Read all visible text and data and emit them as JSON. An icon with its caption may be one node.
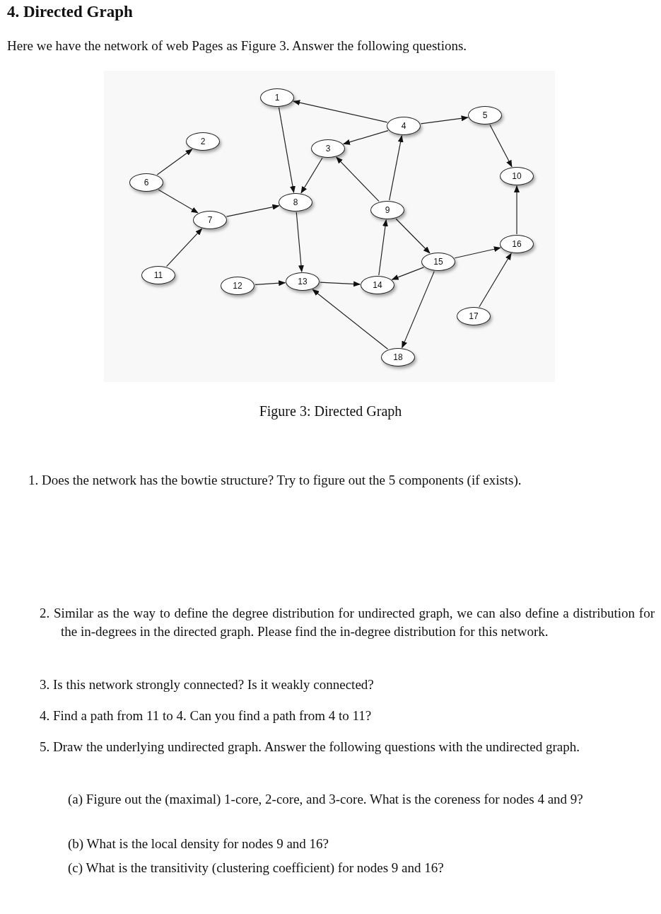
{
  "diagram": {
    "title": "4. Directed Graph",
    "caption": "Figure 3: Directed Graph",
    "nodes": [
      {
        "text": [
          "1"
        ]
      },
      {
        "text": [
          "2"
        ]
      },
      {
        "text": [
          "3"
        ]
      },
      {
        "text": [
          "4"
        ]
      },
      {
        "text": [
          "5"
        ]
      },
      {
        "text": [
          "6"
        ]
      },
      {
        "text": [
          "7"
        ]
      },
      {
        "text": [
          "8"
        ]
      },
      {
        "text": [
          "9"
        ]
      },
      {
        "text": [
          "10"
        ]
      },
      {
        "text": [
          "11"
        ]
      },
      {
        "text": [
          "12"
        ]
      },
      {
        "text": [
          "13"
        ]
      },
      {
        "text": [
          "14"
        ]
      },
      {
        "text": [
          "15"
        ]
      },
      {
        "text": [
          "16"
        ]
      },
      {
        "text": [
          "17"
        ]
      },
      {
        "text": [
          "18"
        ]
      }
    ],
    "edges": [
      {
        "from": 3,
        "to": 0,
        "arrow": "to"
      },
      {
        "from": 3,
        "to": 2,
        "arrow": "to"
      },
      {
        "from": 3,
        "to": 4,
        "arrow": "to"
      },
      {
        "from": 4,
        "to": 9,
        "arrow": "to"
      },
      {
        "from": 5,
        "to": 1,
        "arrow": "to"
      },
      {
        "from": 5,
        "to": 6,
        "arrow": "to"
      },
      {
        "from": 6,
        "to": 7,
        "arrow": "to"
      },
      {
        "from": 0,
        "to": 7,
        "arrow": "to"
      },
      {
        "from": 2,
        "to": 7,
        "arrow": "to"
      },
      {
        "from": 7,
        "to": 12,
        "arrow": "to"
      },
      {
        "from": 8,
        "to": 2,
        "arrow": "to"
      },
      {
        "from": 8,
        "to": 3,
        "arrow": "to"
      },
      {
        "from": 8,
        "to": 14,
        "arrow": "to"
      },
      {
        "from": 15,
        "to": 9,
        "arrow": "to"
      },
      {
        "from": 14,
        "to": 15,
        "arrow": "to"
      },
      {
        "from": 14,
        "to": 13,
        "arrow": "to"
      },
      {
        "from": 13,
        "to": 8,
        "arrow": "to"
      },
      {
        "from": 12,
        "to": 13,
        "arrow": "to"
      },
      {
        "from": 11,
        "to": 12,
        "arrow": "to"
      },
      {
        "from": 10,
        "to": 6,
        "arrow": "to"
      },
      {
        "from": 14,
        "to": 17,
        "arrow": "to"
      },
      {
        "from": 17,
        "to": 12,
        "arrow": "to"
      },
      {
        "from": 16,
        "to": 15,
        "arrow": "to"
      }
    ],
    "labels": [
      "Here we have the network of web Pages as Figure 3. Answer the following questions.",
      "1. Does the network has the bowtie structure? Try to figure out the 5 components (if exists).",
      "2. Similar as the way to define the degree distribution for undirected graph, we can also define a distribution for the in-degrees in the directed graph. Please find the in-degree distribution for this network.",
      "3. Is this network strongly connected? Is it weakly connected?",
      "4. Find a path from 11 to 4. Can you find a path from 4 to 11?",
      "5. Draw the underlying undirected graph. Answer the following questions with the undirected graph.",
      "(a) Figure out the (maximal) 1-core, 2-core, and 3-core. What is the coreness for nodes 4 and 9?",
      "(b) What is the local density for nodes 9 and 16?",
      "(c) What is the transitivity (clustering coefficient) for nodes 9 and 16?"
    ]
  }
}
